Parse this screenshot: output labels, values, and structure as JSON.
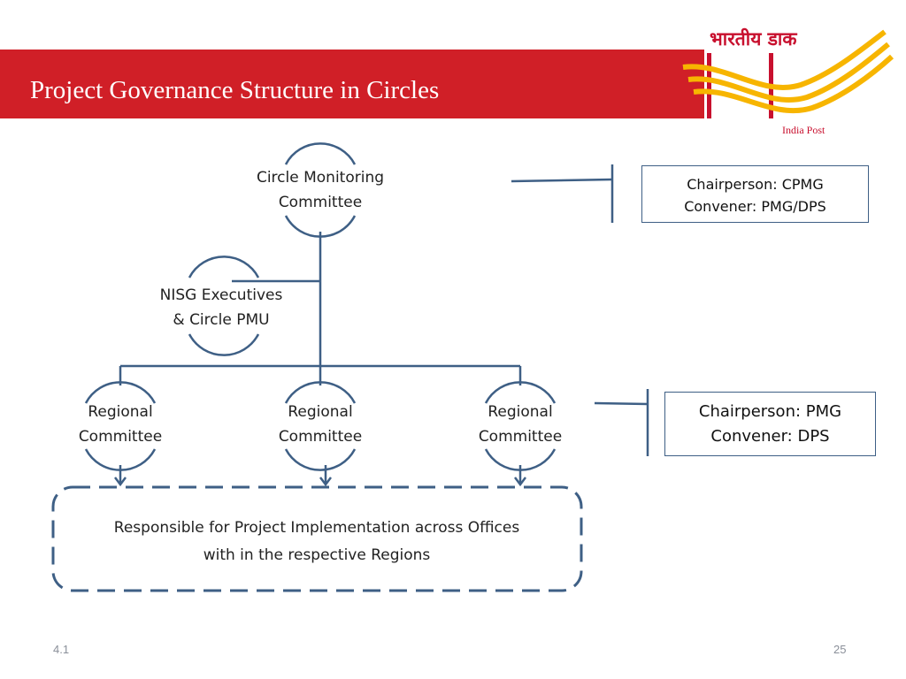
{
  "slide": {
    "title": "Project Governance Structure in Circles",
    "footer_left": "4.1",
    "page_number": "25"
  },
  "logo": {
    "hindi_text": "भारतीय डाक",
    "caption": "India Post",
    "colors": {
      "red": "#c8102e",
      "yellow": "#f7b500"
    }
  },
  "diagram": {
    "top_node": {
      "line1": "Circle Monitoring",
      "line2": "Committee"
    },
    "side_node": {
      "line1": "NISG Executives",
      "line2": "& Circle PMU"
    },
    "regional_nodes": [
      {
        "line1": "Regional",
        "line2": "Committee"
      },
      {
        "line1": "Regional",
        "line2": "Committee"
      },
      {
        "line1": "Regional",
        "line2": "Committee"
      }
    ],
    "responsibility": {
      "line1": "Responsible for Project Implementation across Offices",
      "line2": "with in the respective Regions"
    },
    "circle_info": {
      "line1": "Chairperson: CPMG",
      "line2": "Convener: PMG/DPS"
    },
    "regional_info": {
      "line1": "Chairperson: PMG",
      "line2": "Convener: DPS"
    },
    "colors": {
      "connector": "#3e5f85",
      "accent_red": "#d01f27"
    }
  }
}
